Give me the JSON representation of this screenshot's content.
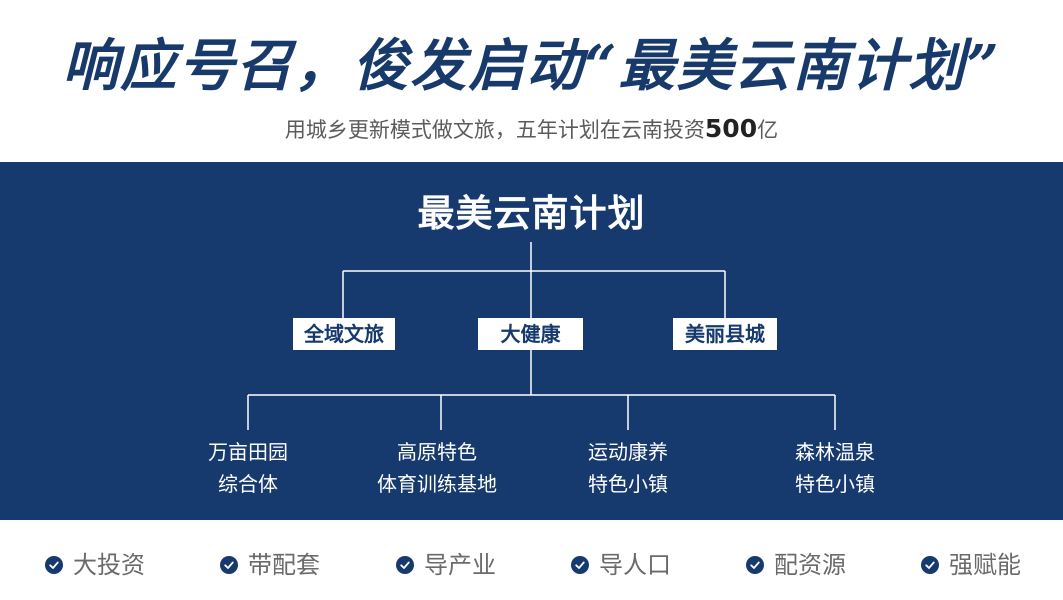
{
  "header": {
    "headline": "响应号召，俊发启动“最美云南计划”",
    "subline": "用城乡更新模式做文旅，五年计划在云南投资",
    "subline_amount": "500",
    "subline_unit": "亿"
  },
  "plan": {
    "title": "最美云南计划",
    "branches": [
      "全域文旅",
      "大健康",
      "美丽县城"
    ],
    "leaves": [
      {
        "line1": "万亩田园",
        "line2": "综合体"
      },
      {
        "line1": "高原特色",
        "line2": "体育训练基地"
      },
      {
        "line1": "运动康养",
        "line2": "特色小镇"
      },
      {
        "line1": "森林温泉",
        "line2": "特色小镇"
      }
    ]
  },
  "tags": [
    "大投资",
    "带配套",
    "导产业",
    "导人口",
    "配资源",
    "强赋能"
  ],
  "colors": {
    "navy": "#163a6d",
    "headline": "#173a6b",
    "tag_text": "#6a6a6a",
    "background": "#ffffff"
  },
  "icons": {
    "tag_marker": "check-circle-icon"
  }
}
